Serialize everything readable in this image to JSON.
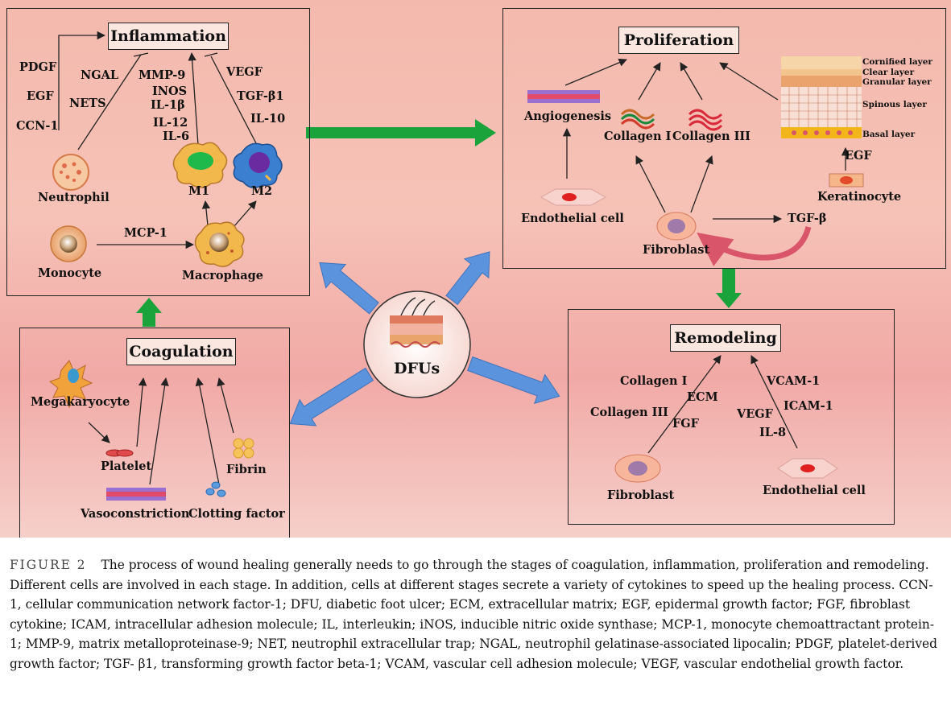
{
  "stages": {
    "inflammation": "Inflammation",
    "proliferation": "Proliferation",
    "remodeling": "Remodeling",
    "coagulation": "Coagulation",
    "center": "DFUs"
  },
  "inflammation": {
    "pdgf": "PDGF",
    "egf": "EGF",
    "ccn1": "CCN-1",
    "ngal": "NGAL",
    "nets": "NETS",
    "mmp9": "MMP-9",
    "inos": "INOS",
    "il1b": "IL-1β",
    "il12": "IL-12",
    "il6": "IL-6",
    "vegf": "VEGF",
    "tgfb1": "TGF-β1",
    "il10": "IL-10",
    "neutrophil": "Neutrophil",
    "m1": "M1",
    "m2": "M2",
    "mcp1": "MCP-1",
    "monocyte": "Monocyte",
    "macrophage": "Macrophage"
  },
  "proliferation": {
    "angiogenesis": "Angiogenesis",
    "collagen1": "Collagen I",
    "collagen3": "Collagen III",
    "cornified": "Cornified layer",
    "clear": "Clear layer",
    "granular": "Granular layer",
    "spinous": "Spinous layer",
    "basal": "Basal layer",
    "egf": "EGF",
    "keratinocyte": "Keratinocyte",
    "endothelial": "Endothelial cell",
    "fibroblast": "Fibroblast",
    "tgfb": "TGF-β"
  },
  "remodeling": {
    "collagen1": "Collagen I",
    "ecm": "ECM",
    "collagen3": "Collagen III",
    "fgf": "FGF",
    "vcam1": "VCAM-1",
    "icam1": "ICAM-1",
    "vegf": "VEGF",
    "il8": "IL-8",
    "fibroblast": "Fibroblast",
    "endothelial": "Endothelial cell"
  },
  "coagulation": {
    "megakaryocyte": "Megakaryocyte",
    "platelet": "Platelet",
    "fibrin": "Fibrin",
    "vasoconstriction": "Vasoconstriction",
    "clotting": "Clotting factor"
  },
  "caption": {
    "label": "FIGURE 2",
    "text": "The process of wound healing generally needs to go through the stages of coagulation, inflammation, proliferation and remodeling. Different cells are involved in each stage. In addition, cells at different stages secrete a variety of cytokines to speed up the healing process. CCN-1, cellular communication network factor-1; DFU, diabetic foot ulcer; ECM, extracellular matrix; EGF, epidermal growth factor; FGF, fibroblast cytokine; ICAM, intracellular adhesion molecule; IL, interleukin; iNOS, inducible nitric oxide synthase; MCP-1, monocyte chemoattractant protein-1; MMP-9, matrix metalloproteinase-9; NET, neutrophil extracellular trap; NGAL, neutrophil gelatinase-associated lipocalin; PDGF, platelet-derived growth factor; TGF- β1, transforming growth factor beta-1; VCAM, vascular cell adhesion molecule; VEGF, vascular endothelial growth factor."
  },
  "colors": {
    "arrow_green": "#1aa33a",
    "arrow_blue": "#5b94dd",
    "background": "#f4b9ad",
    "curve_red": "#d9566a"
  }
}
